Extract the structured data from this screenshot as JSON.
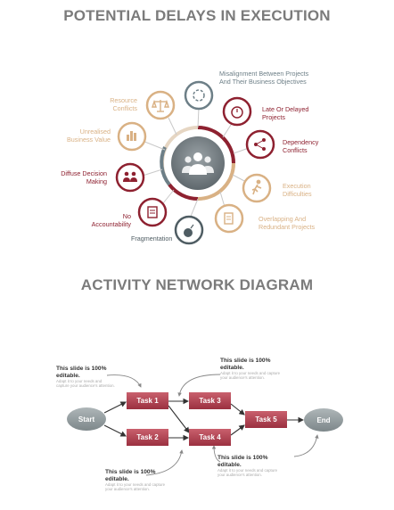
{
  "top": {
    "title": "POTENTIAL DELAYS IN EXECUTION",
    "items": [
      {
        "label": "Misalignment Between Projects And Their Business Objectives",
        "color": "#6d7f87"
      },
      {
        "label": "Late Or Delayed Projects",
        "color": "#8e2130"
      },
      {
        "label": "Dependency Conflicts",
        "color": "#8e2130"
      },
      {
        "label": "Execution Difficulties",
        "color": "#d9b184"
      },
      {
        "label": "Overlapping And Redundant Projects",
        "color": "#d9b184"
      },
      {
        "label": "Fragmentation",
        "color": "#4f5d63"
      },
      {
        "label": "No Accountability",
        "color": "#8e2130"
      },
      {
        "label": "Diffuse Decision Making",
        "color": "#8e2130"
      },
      {
        "label": "Unrealised Business Value",
        "color": "#d9b184"
      },
      {
        "label": "Resource Conflicts",
        "color": "#d9b184"
      }
    ]
  },
  "bottom": {
    "title": "ACTIVITY NETWORK DIAGRAM",
    "start": "Start",
    "end": "End",
    "tasks": [
      "Task 1",
      "Task 2",
      "Task 3",
      "Task 4",
      "Task 5"
    ],
    "note_head": "This slide is 100% editable.",
    "note_body": "Adapt it to your needs and capture your audience's attention."
  }
}
